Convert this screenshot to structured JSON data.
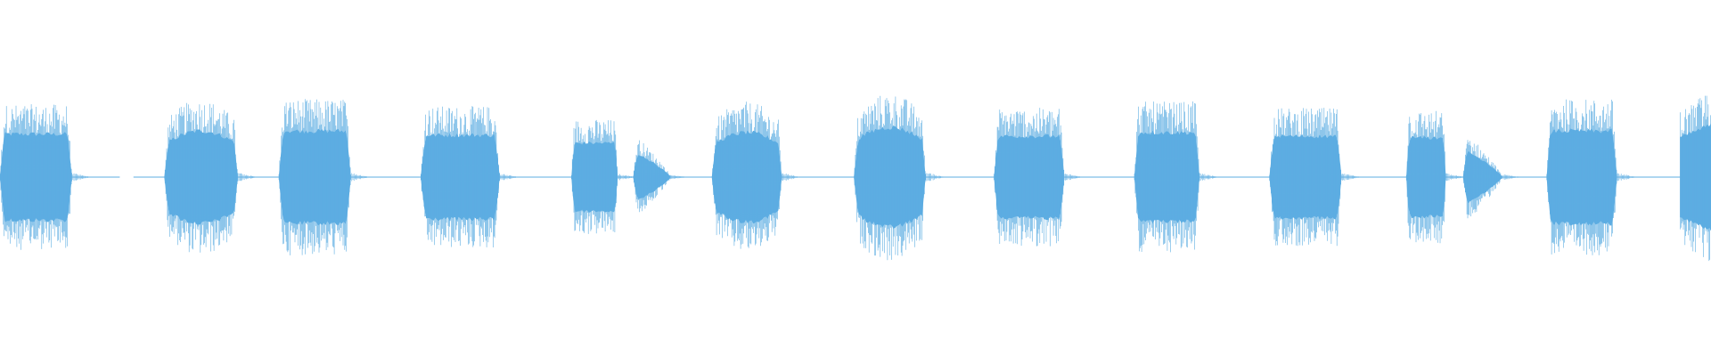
{
  "waveform": {
    "color": "#5dade2",
    "background": "#ffffff",
    "amplitude_scale": 1.0,
    "segments": [
      {
        "start": 0.0,
        "end": 0.042,
        "peak": 0.82,
        "shape": "flat"
      },
      {
        "start": 0.096,
        "end": 0.139,
        "peak": 0.88,
        "shape": "swell"
      },
      {
        "start": 0.163,
        "end": 0.205,
        "peak": 0.88,
        "shape": "flat"
      },
      {
        "start": 0.246,
        "end": 0.292,
        "peak": 0.8,
        "shape": "flat"
      },
      {
        "start": 0.334,
        "end": 0.361,
        "peak": 0.65,
        "shape": "flat"
      },
      {
        "start": 0.37,
        "end": 0.392,
        "peak": 0.5,
        "shape": "decay"
      },
      {
        "start": 0.416,
        "end": 0.457,
        "peak": 0.85,
        "shape": "swell"
      },
      {
        "start": 0.499,
        "end": 0.541,
        "peak": 0.95,
        "shape": "swell"
      },
      {
        "start": 0.581,
        "end": 0.622,
        "peak": 0.78,
        "shape": "flat"
      },
      {
        "start": 0.663,
        "end": 0.701,
        "peak": 0.85,
        "shape": "flat"
      },
      {
        "start": 0.742,
        "end": 0.784,
        "peak": 0.78,
        "shape": "flat"
      },
      {
        "start": 0.822,
        "end": 0.845,
        "peak": 0.75,
        "shape": "flat"
      },
      {
        "start": 0.855,
        "end": 0.878,
        "peak": 0.55,
        "shape": "decay"
      },
      {
        "start": 0.904,
        "end": 0.945,
        "peak": 0.88,
        "shape": "flat"
      },
      {
        "start": 0.982,
        "end": 1.0,
        "peak": 1.0,
        "shape": "rise"
      }
    ],
    "silence_gaps": [
      {
        "start": 0.07,
        "end": 0.078
      }
    ]
  }
}
